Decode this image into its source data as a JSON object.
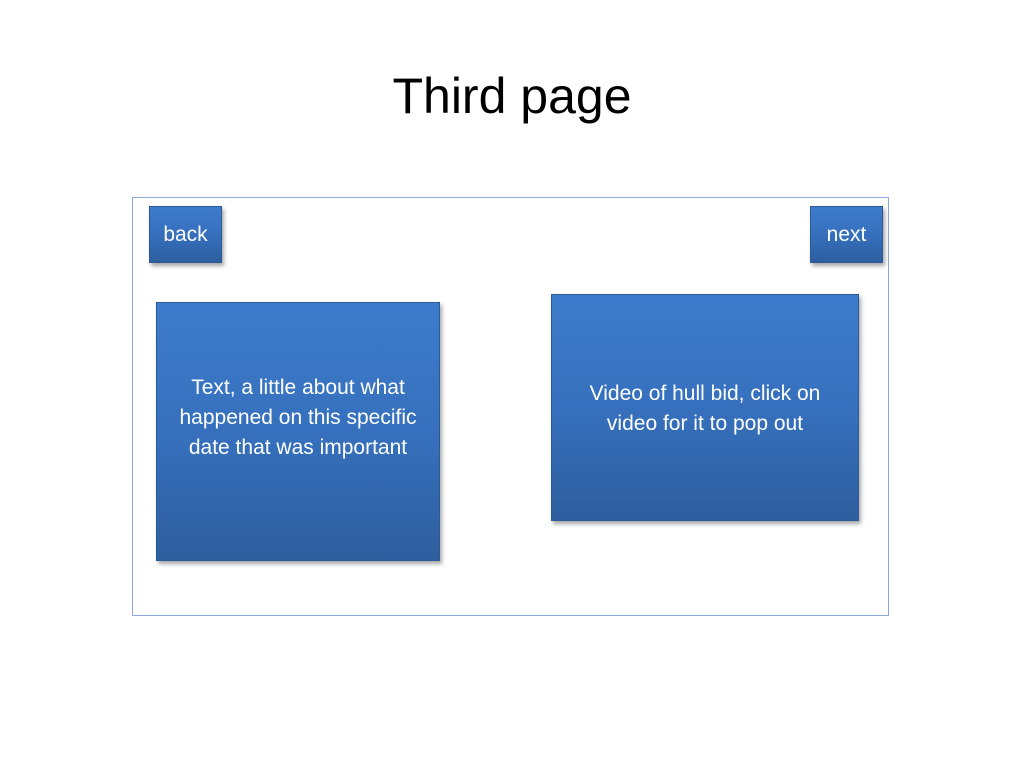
{
  "slide": {
    "title": "Third page"
  },
  "navigation": {
    "back_label": "back",
    "next_label": "next"
  },
  "content": {
    "text_box": "Text, a little about what happened on this specific date that was important",
    "video_box": "Video of hull bid, click on video for it to pop out"
  },
  "colors": {
    "box_fill": "#3670bd",
    "box_border": "#2b5a96",
    "frame_border": "#8eaadb"
  }
}
